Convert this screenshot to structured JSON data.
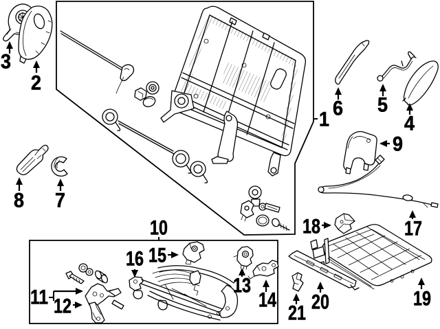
{
  "diagram": {
    "background_color": "#ffffff",
    "line_color": "#000000",
    "callouts": [
      {
        "num": "1"
      },
      {
        "num": "2"
      },
      {
        "num": "3"
      },
      {
        "num": "4"
      },
      {
        "num": "5"
      },
      {
        "num": "6"
      },
      {
        "num": "7"
      },
      {
        "num": "8"
      },
      {
        "num": "9"
      },
      {
        "num": "10"
      },
      {
        "num": "11"
      },
      {
        "num": "12"
      },
      {
        "num": "13"
      },
      {
        "num": "14"
      },
      {
        "num": "15"
      },
      {
        "num": "16"
      },
      {
        "num": "17"
      },
      {
        "num": "18"
      },
      {
        "num": "19"
      },
      {
        "num": "20"
      },
      {
        "num": "21"
      }
    ]
  }
}
